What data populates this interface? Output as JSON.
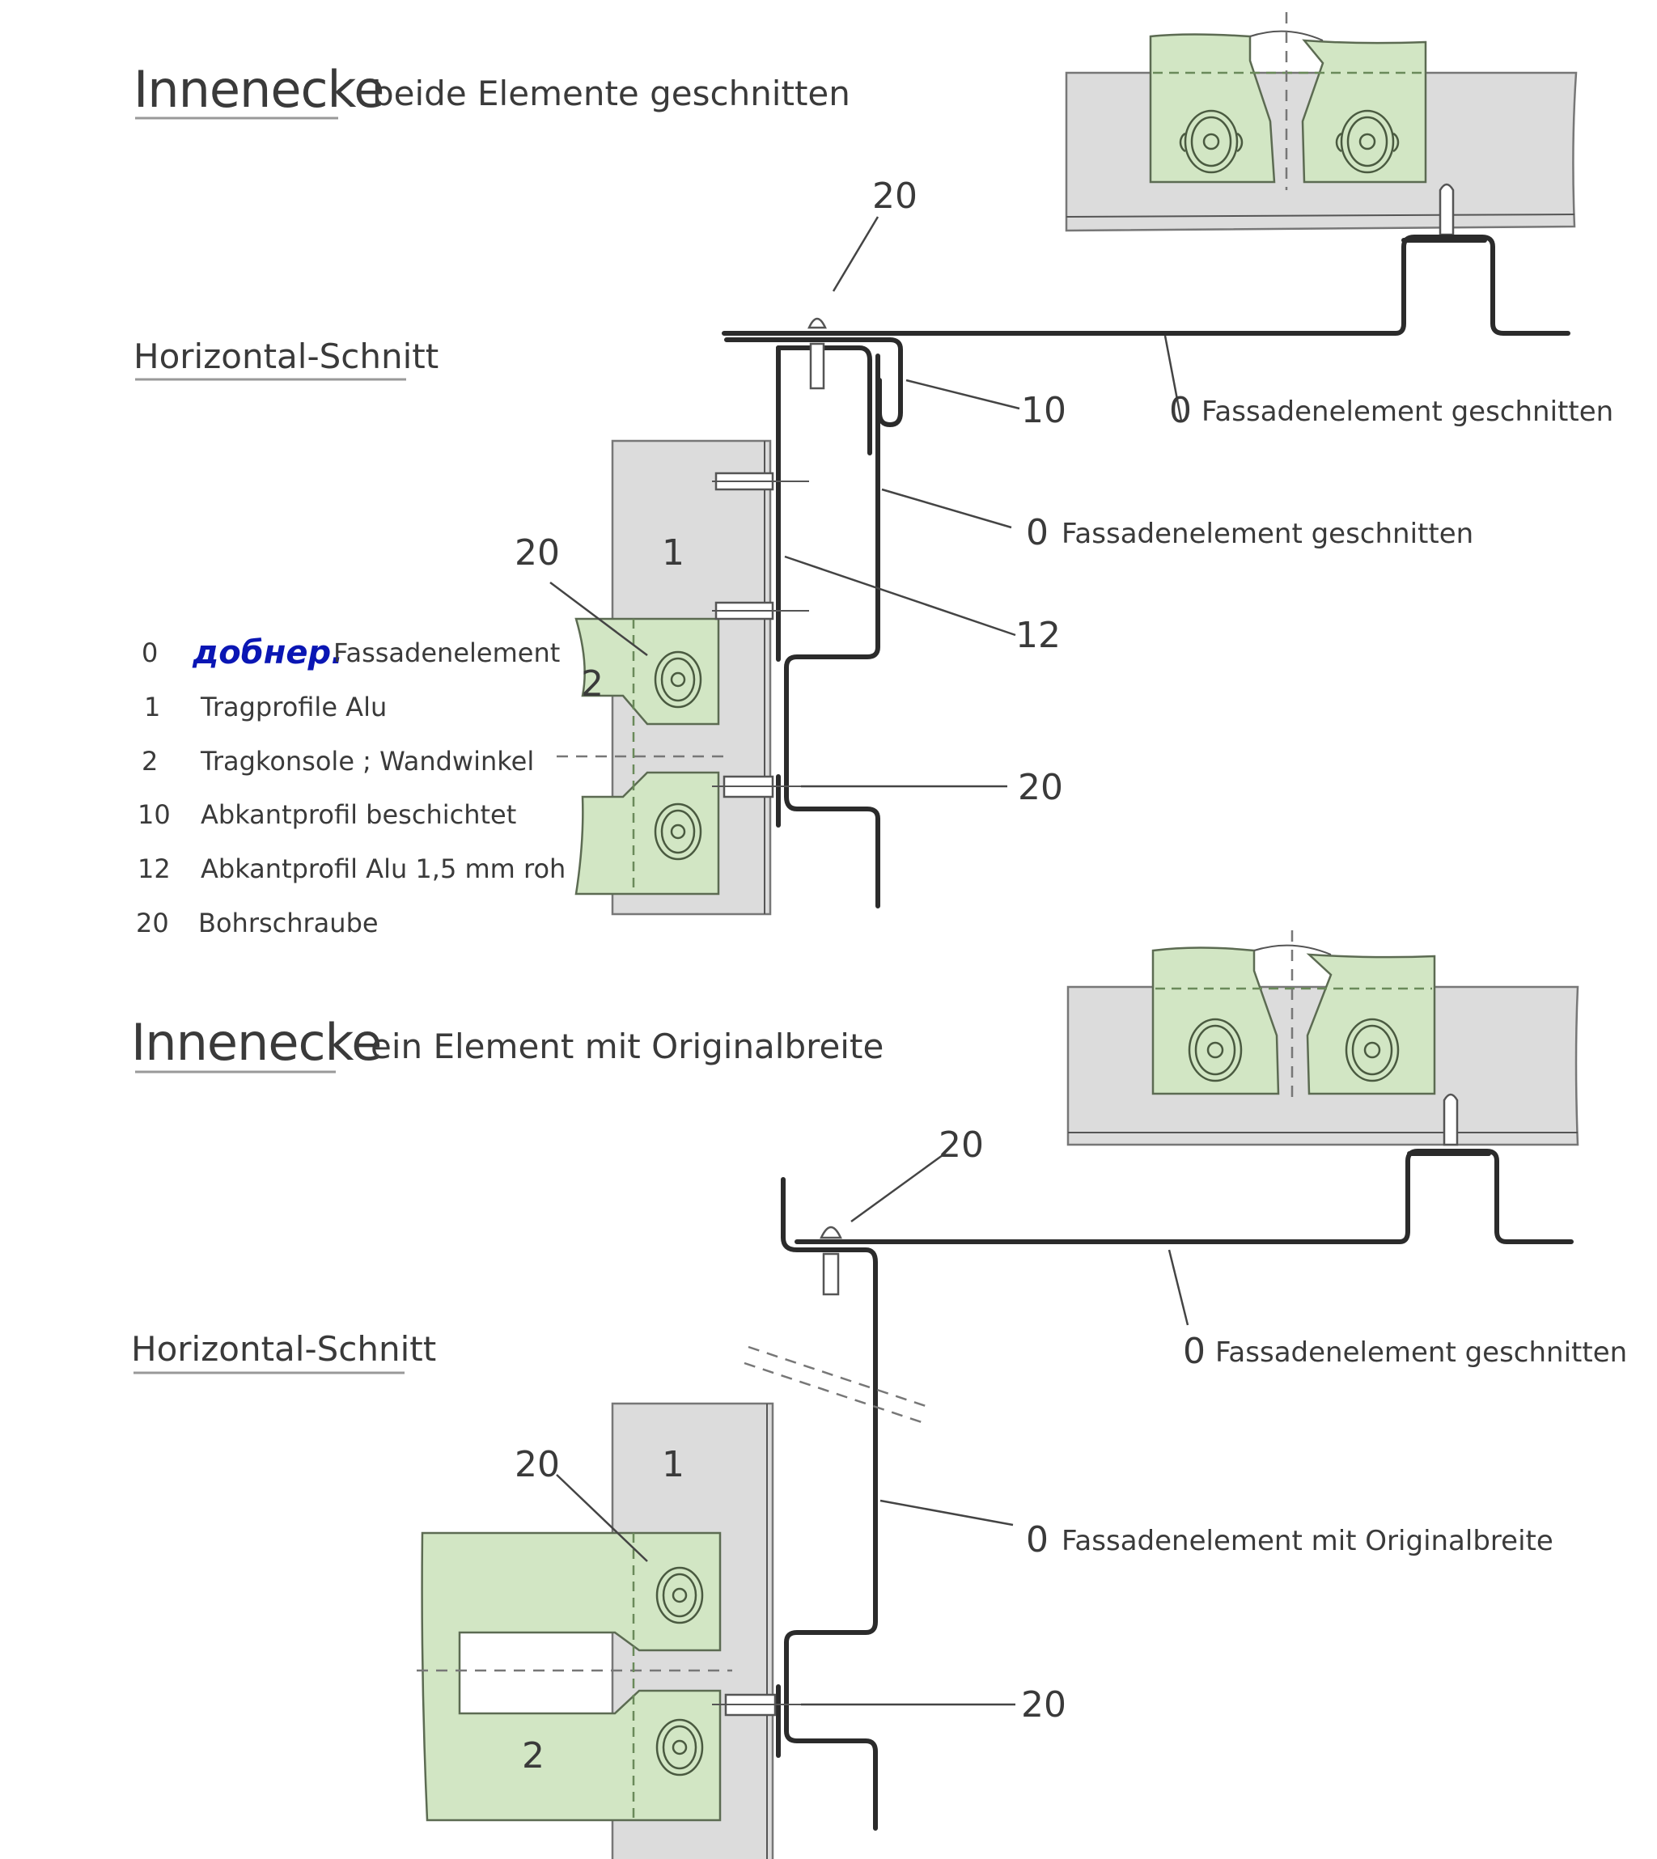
{
  "colors": {
    "brand": "#0a16b4",
    "console_fill": "#d2e6c4",
    "profile_fill": "#dcdcdc",
    "line": "#2b2b2b"
  },
  "top": {
    "title_main": "Innenecke",
    "title_sub": "beide Elemente geschnitten",
    "section_label": "Horizontal-Schnitt",
    "callouts": {
      "c20_top": "20",
      "c10": "10",
      "c0_horizontal": "0",
      "c0_horizontal_text": "Fassadenelement geschnitten",
      "c0_vertical": "0",
      "c0_vertical_text": "Fassadenelement geschnitten",
      "c12": "12",
      "c20_left": "20",
      "c20_right": "20",
      "c1": "1",
      "c2": "2"
    }
  },
  "legend": {
    "brand": "добнер.",
    "items": [
      {
        "num": "0",
        "text": "Fassadenelement"
      },
      {
        "num": "1",
        "text": "Tragprofile Alu"
      },
      {
        "num": "2",
        "text": "Tragkonsole ; Wandwinkel"
      },
      {
        "num": "10",
        "text": "Abkantprofil beschichtet"
      },
      {
        "num": "12",
        "text": "Abkantprofil Alu 1,5 mm roh"
      },
      {
        "num": "20",
        "text": "Bohrschraube"
      }
    ]
  },
  "bottom": {
    "title_main": "Innenecke",
    "title_sub": "ein Element mit Originalbreite",
    "section_label": "Horizontal-Schnitt",
    "callouts": {
      "c20_top": "20",
      "c0_horizontal": "0",
      "c0_horizontal_text": "Fassadenelement geschnitten",
      "c0_vertical": "0",
      "c0_vertical_text": "Fassadenelement mit Originalbreite",
      "c20_left": "20",
      "c20_right": "20",
      "c1": "1",
      "c2": "2"
    }
  }
}
